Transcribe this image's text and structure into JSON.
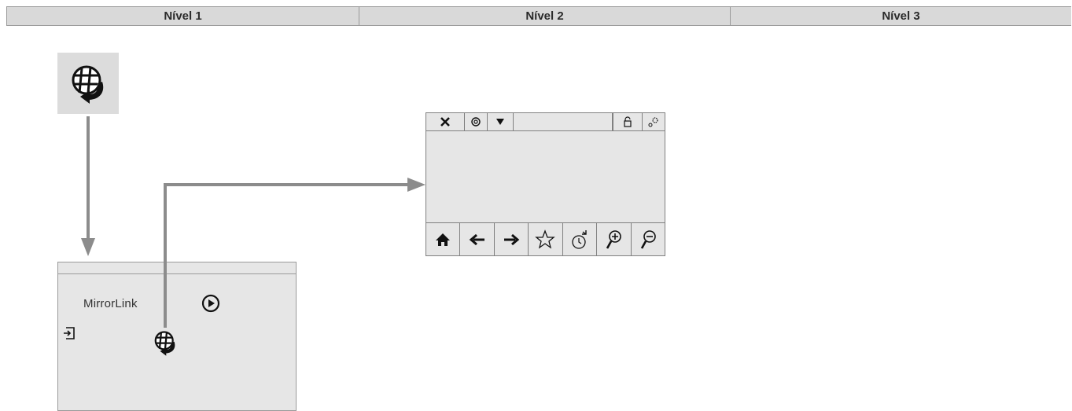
{
  "header": {
    "columns": [
      "Nível 1",
      "Nível 2",
      "Nível 3"
    ]
  },
  "level1": {
    "tile_icon": "internet-browser-icon"
  },
  "home_screen": {
    "mirrorlink_logo": "MirrorLink",
    "icons": [
      "play-circle-icon",
      "exit-icon",
      "internet-browser-icon"
    ]
  },
  "browser_screen": {
    "top_bar_icons": [
      "close-icon",
      "web-address-icon",
      "dropdown-arrow-icon",
      "lock-icon",
      "settings-icon"
    ],
    "bottom_bar_icons": [
      "home-icon",
      "back-arrow-icon",
      "forward-arrow-icon",
      "favorite-star-icon",
      "history-clock-icon",
      "zoom-in-icon",
      "zoom-out-icon"
    ]
  },
  "colors": {
    "header_bg": "#d9d9d9",
    "arrow": "#8c8c8c",
    "screen_bg": "#e6e6e6"
  }
}
